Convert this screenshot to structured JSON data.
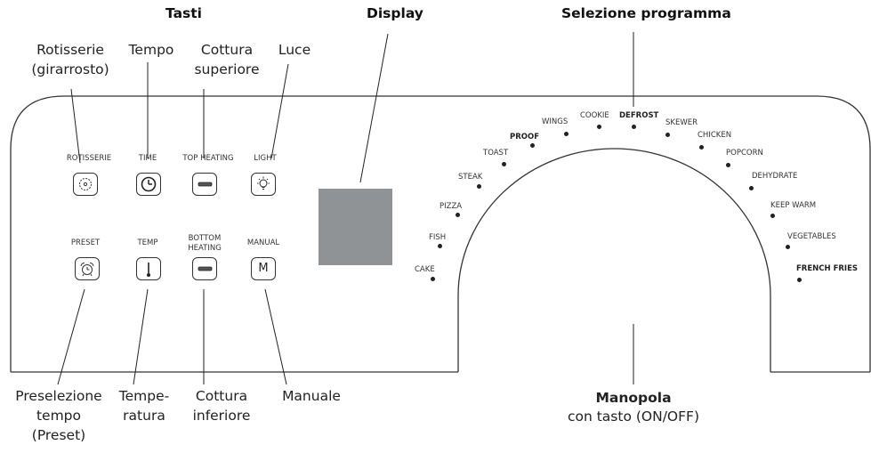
{
  "headings": {
    "tasti": "Tasti",
    "display": "Display",
    "selezione": "Selezione programma",
    "manopola": "Manopola",
    "manopola_sub": "con tasto (ON/OFF)"
  },
  "callouts_top": {
    "rotisserie_1": "Rotisserie",
    "rotisserie_2": "(girarrosto)",
    "tempo": "Tempo",
    "cottura_sup_1": "Cottura",
    "cottura_sup_2": "superiore",
    "luce": "Luce"
  },
  "callouts_bottom": {
    "preselezione_1": "Preselezione",
    "preselezione_2": "tempo",
    "preselezione_3": "(Preset)",
    "temperatura_1": "Tempe-",
    "temperatura_2": "ratura",
    "cottura_inf_1": "Cottura",
    "cottura_inf_2": "inferiore",
    "manuale": "Manuale"
  },
  "buttons": {
    "rotisserie": "ROTISSERIE",
    "time": "TIME",
    "top_heating": "TOP HEATING",
    "light": "LIGHT",
    "preset": "PRESET",
    "temp": "TEMP",
    "bottom_heating_1": "BOTTOM",
    "bottom_heating_2": "HEATING",
    "manual": "MANUAL",
    "manual_glyph": "M"
  },
  "programs": {
    "cake": "CAKE",
    "fish": "FISH",
    "pizza": "PIZZA",
    "steak": "STEAK",
    "toast": "TOAST",
    "proof": "PROOF",
    "wings": "WINGS",
    "cookie": "COOKIE",
    "defrost": "DEFROST",
    "skewer": "SKEWER",
    "chicken": "CHICKEN",
    "popcorn": "POPCORN",
    "dehydrate": "DEHYDRATE",
    "keep_warm": "KEEP WARM",
    "vegetables": "VEGETABLES",
    "french_fries": "FRENCH FRIES"
  },
  "icons": {
    "rotisserie": "rotisserie-icon",
    "time": "clock-icon",
    "top_heating": "heating-element-icon",
    "light": "bulb-icon",
    "preset": "alarm-clock-icon",
    "temp": "thermometer-icon",
    "bottom_heating": "heating-element-icon",
    "manual": "m-letter-icon"
  }
}
